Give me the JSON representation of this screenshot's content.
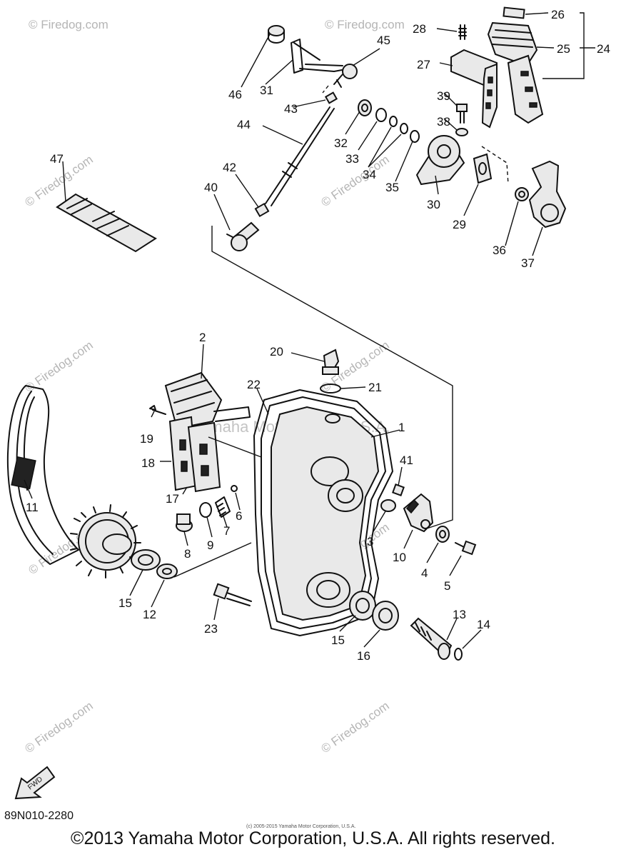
{
  "watermark": {
    "site": "© Firedog.com",
    "brand": "Yamaha Motor Corp., U.S.A."
  },
  "callouts": {
    "c1": "1",
    "c2": "2",
    "c3": "3",
    "c4": "4",
    "c5": "5",
    "c6": "6",
    "c7": "7",
    "c8": "8",
    "c9": "9",
    "c10": "10",
    "c11": "11",
    "c12": "12",
    "c13": "13",
    "c14": "14",
    "c15a": "15",
    "c15b": "15",
    "c16": "16",
    "c17": "17",
    "c18": "18",
    "c19": "19",
    "c20": "20",
    "c21": "21",
    "c22": "22",
    "c23": "23",
    "c24": "24",
    "c25": "25",
    "c26": "26",
    "c27": "27",
    "c28": "28",
    "c29": "29",
    "c30": "30",
    "c31": "31",
    "c32": "32",
    "c33": "33",
    "c34": "34",
    "c35": "35",
    "c36": "36",
    "c37": "37",
    "c38": "38",
    "c39": "39",
    "c40": "40",
    "c41": "41",
    "c42": "42",
    "c43": "43",
    "c44": "44",
    "c45": "45",
    "c46": "46",
    "c47": "47"
  },
  "fwd_label": "FWD",
  "part_code": "89N010-2280",
  "tiny_copyright": "(c) 2005-2015 Yamaha Motor Corporation, U.S.A.",
  "copyright": "©2013 Yamaha Motor Corporation, U.S.A. All rights reserved."
}
